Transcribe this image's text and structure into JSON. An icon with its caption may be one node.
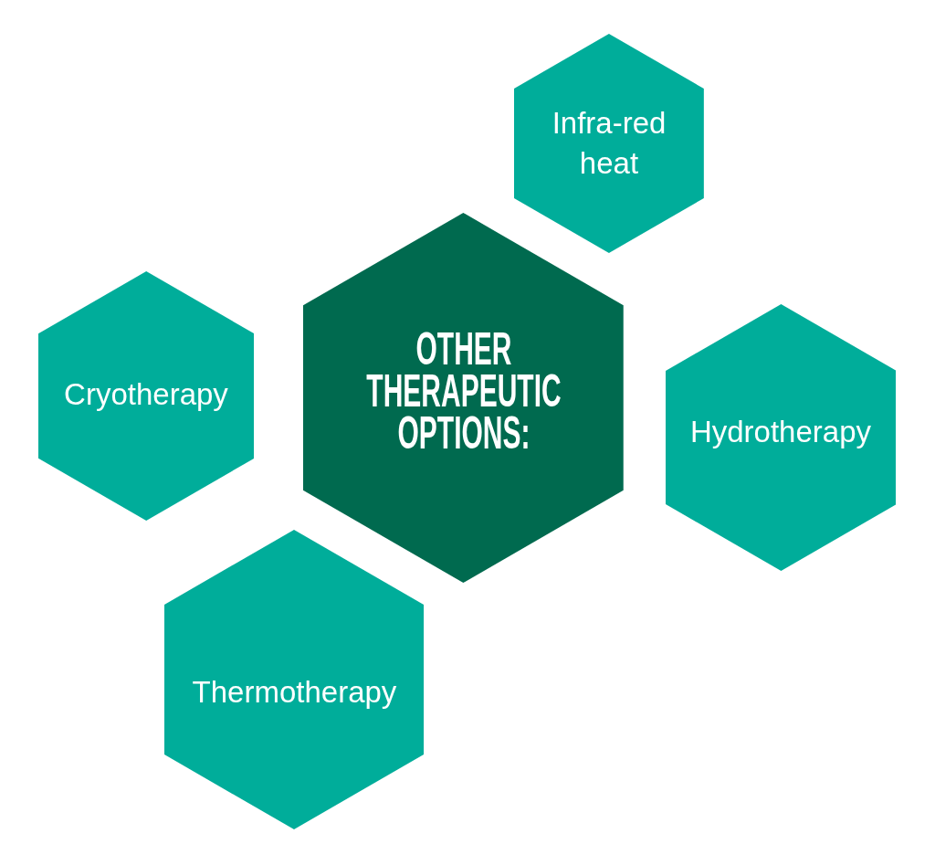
{
  "diagram": {
    "nodes": [
      {
        "text": [
          "Infra-red heat"
        ]
      },
      {
        "text": [
          "OTHER THERAPEUTIC OPTIONS:"
        ]
      },
      {
        "text": [
          "Cryotherapy"
        ]
      },
      {
        "text": [
          "Hydrotherapy"
        ]
      },
      {
        "text": [
          "Thermotherapy"
        ]
      }
    ]
  }
}
